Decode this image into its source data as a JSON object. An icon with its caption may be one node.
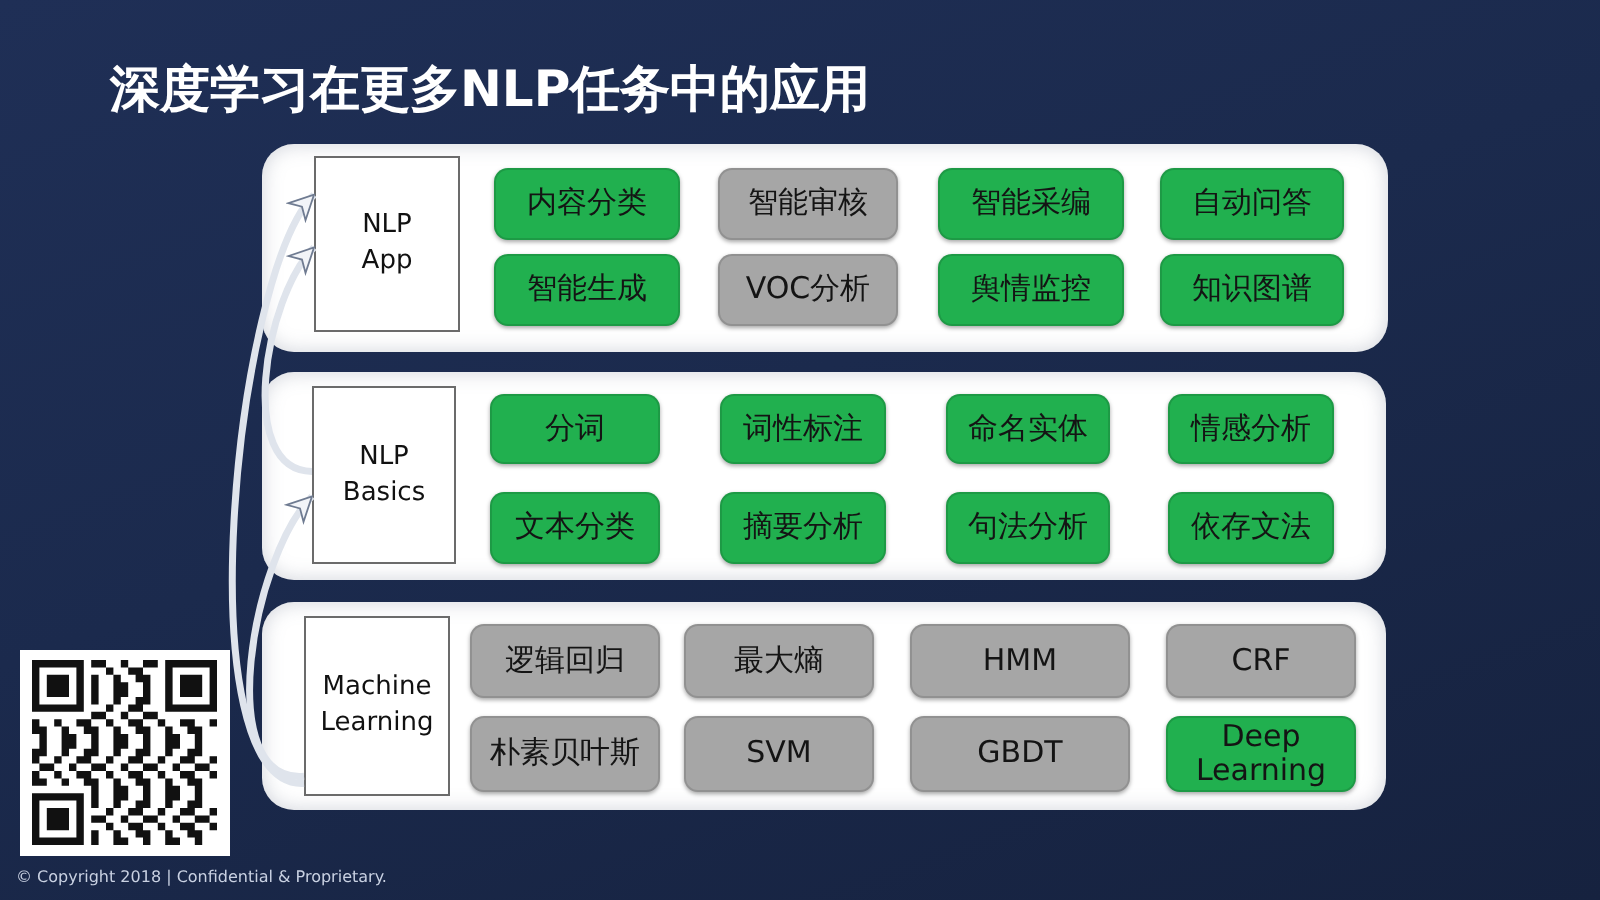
{
  "diagram": {
    "title": "深度学习在更多NLP任务中的应用",
    "nodes": [
      {
        "text": [],
        "shape": "box"
      },
      {
        "text": [
          "NLP App"
        ],
        "in": 0
      },
      {
        "text": [
          "内容分类"
        ],
        "in": 0
      },
      {
        "text": [
          "智能审核"
        ],
        "in": 0
      },
      {
        "text": [
          "智能采编"
        ],
        "in": 0
      },
      {
        "text": [
          "自动问答"
        ],
        "in": 0
      },
      {
        "text": [
          "智能生成"
        ],
        "in": 0
      },
      {
        "text": [
          "VOC分析"
        ],
        "in": 0
      },
      {
        "text": [
          "舆情监控"
        ],
        "in": 0
      },
      {
        "text": [
          "知识图谱"
        ],
        "in": 0
      },
      {
        "text": [],
        "shape": "box"
      },
      {
        "text": [
          "NLP Basics"
        ],
        "in": 10
      },
      {
        "text": [
          "分词"
        ],
        "in": 10
      },
      {
        "text": [
          "词性标注"
        ],
        "in": 10
      },
      {
        "text": [
          "命名实体"
        ],
        "in": 10
      },
      {
        "text": [
          "情感分析"
        ],
        "in": 10
      },
      {
        "text": [
          "文本分类"
        ],
        "in": 10
      },
      {
        "text": [
          "摘要分析"
        ],
        "in": 10
      },
      {
        "text": [
          "句法分析"
        ],
        "in": 10
      },
      {
        "text": [
          "依存文法"
        ],
        "in": 10
      },
      {
        "text": [],
        "shape": "box"
      },
      {
        "text": [
          "Machine Learning"
        ],
        "in": 20
      },
      {
        "text": [
          "逻辑回归"
        ],
        "in": 20
      },
      {
        "text": [
          "最大熵"
        ],
        "in": 20
      },
      {
        "text": [
          "HMM"
        ],
        "in": 20
      },
      {
        "text": [
          "CRF"
        ],
        "in": 20
      },
      {
        "text": [
          "朴素贝叶斯"
        ],
        "in": 20
      },
      {
        "text": [
          "SVM"
        ],
        "in": 20
      },
      {
        "text": [
          "GBDT"
        ],
        "in": 20
      },
      {
        "text": [
          "Deep Learning"
        ],
        "in": 20
      }
    ],
    "edges": [
      {
        "from": 21,
        "to": 11,
        "arrow": "to"
      },
      {
        "from": 21,
        "to": 1,
        "arrow": "to"
      },
      {
        "from": 11,
        "to": 1,
        "arrow": "to"
      }
    ],
    "labels": [
      "© Copyright 2018 | Confidential & Proprietary."
    ]
  }
}
